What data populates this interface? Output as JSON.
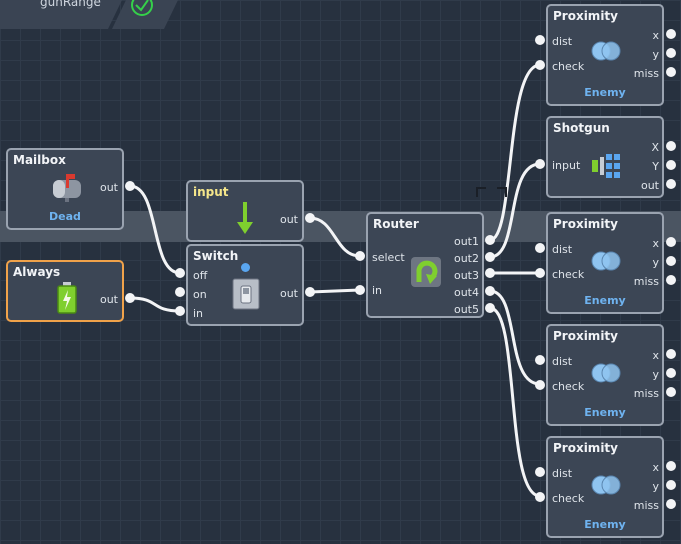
{
  "tabs": {
    "tab1_label": "gunRange",
    "check_icon": "check-circle-icon"
  },
  "nodes": {
    "mailbox": {
      "title": "Mailbox",
      "out": "out",
      "sub": "Dead",
      "icon": "mailbox-icon"
    },
    "always": {
      "title": "Always",
      "out": "out",
      "icon": "battery-icon"
    },
    "input": {
      "title": "input",
      "out": "out",
      "icon": "down-arrow-icon"
    },
    "switch": {
      "title": "Switch",
      "ports": [
        "off",
        "on",
        "in"
      ],
      "out": "out",
      "icon": "toggle-switch-icon"
    },
    "router": {
      "title": "Router",
      "inputs": [
        "select",
        "in"
      ],
      "outputs": [
        "out1",
        "out2",
        "out3",
        "out4",
        "out5"
      ],
      "icon": "router-arrow-icon"
    },
    "proximity1": {
      "title": "Proximity",
      "inputs": [
        "dist",
        "check"
      ],
      "outputs": [
        "x",
        "y",
        "miss"
      ],
      "sub": "Enemy",
      "icon": "proximity-icon"
    },
    "shotgun": {
      "title": "Shotgun",
      "inputs": [
        "input"
      ],
      "outputs": [
        "X",
        "Y",
        "out"
      ],
      "icon": "shotgun-grid-icon"
    },
    "proximity2": {
      "title": "Proximity",
      "inputs": [
        "dist",
        "check"
      ],
      "outputs": [
        "x",
        "y",
        "miss"
      ],
      "sub": "Enemy",
      "icon": "proximity-icon"
    },
    "proximity3": {
      "title": "Proximity",
      "inputs": [
        "dist",
        "check"
      ],
      "outputs": [
        "x",
        "y",
        "miss"
      ],
      "sub": "Enemy",
      "icon": "proximity-icon"
    },
    "proximity4": {
      "title": "Proximity",
      "inputs": [
        "dist",
        "check"
      ],
      "outputs": [
        "x",
        "y",
        "miss"
      ],
      "sub": "Enemy",
      "icon": "proximity-icon"
    }
  },
  "colors": {
    "background": "#27313f",
    "node_fill": "#3c4655",
    "node_border": "#9aa3b0",
    "selected_border": "#f0a24a",
    "sub_label": "#6fb3f0",
    "wire": "#f3f4f6"
  }
}
